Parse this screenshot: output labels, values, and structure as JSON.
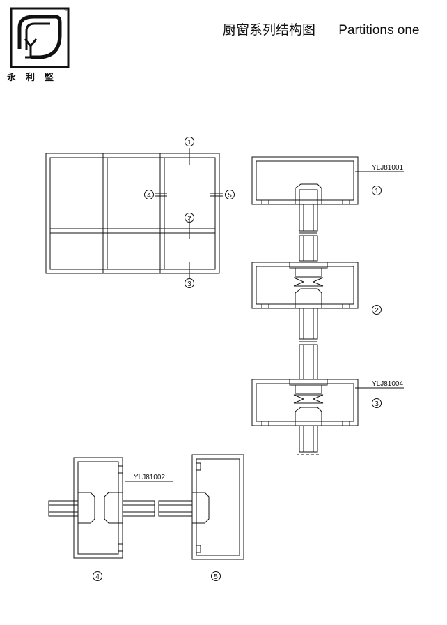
{
  "header": {
    "brand_name": "永利堅",
    "title_cn": "厨窗系列结构图",
    "title_en": "Partitions one",
    "registered_mark": "®"
  },
  "elevation_markers": [
    "①",
    "②",
    "③",
    "④",
    "⑤"
  ],
  "sections": [
    {
      "id": "1",
      "marker": "①",
      "profile_code": "YLJ81001"
    },
    {
      "id": "2",
      "marker": "②",
      "profile_code": ""
    },
    {
      "id": "3",
      "marker": "③",
      "profile_code": "YLJ81004"
    },
    {
      "id": "4",
      "marker": "④",
      "profile_code": "YLJ81002"
    },
    {
      "id": "5",
      "marker": "⑤",
      "profile_code": ""
    }
  ]
}
